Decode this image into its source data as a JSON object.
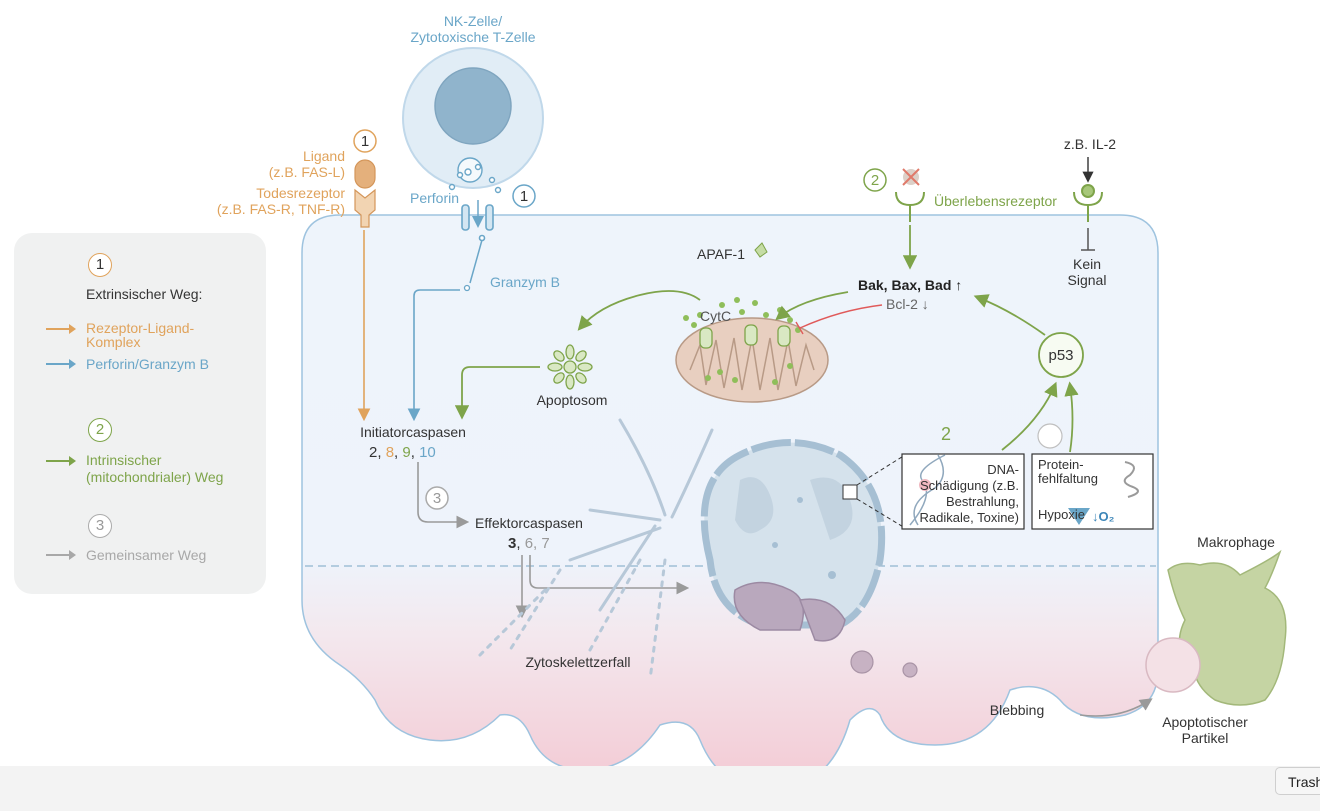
{
  "colors": {
    "extrinsic": "#e0a35c",
    "perforin": "#6aa6c8",
    "intrinsic": "#7ea44a",
    "common": "#a8a8a8",
    "inhibit": "#e05a5a",
    "text": "#333333"
  },
  "legend": {
    "badge1": "1",
    "extrinsic_heading": "Extrinsischer Weg:",
    "receptor_ligand_line1": "Rezeptor-Ligand-",
    "receptor_ligand_line2": "Komplex",
    "perforin_granzyme": "Perforin/Granzym B",
    "badge2": "2",
    "intrinsic_line1": "Intrinsischer",
    "intrinsic_line2": "(mitochondrialer) Weg",
    "badge3": "3",
    "common": "Gemeinsamer Weg"
  },
  "diagram": {
    "nk_line1": "NK-Zelle/",
    "nk_line2": "Zytotoxische T-Zelle",
    "perforin": "Perforin",
    "badge_perforin": "1",
    "badge_ligand": "1",
    "ligand": "Ligand",
    "ligand_example": "(z.B. FAS-L)",
    "death_receptor": "Todesrezeptor",
    "death_receptor_example": "(z.B. FAS-R, TNF-R)",
    "granzyme": "Granzym B",
    "apaf": "APAF-1",
    "cytc": "CytC",
    "apoptosome": "Apoptosom",
    "initiator": "Initiatorcaspasen",
    "init_n1": "2",
    "init_n2": "8",
    "init_n3": "9",
    "init_n4": "10",
    "badge_common": "3",
    "effector": "Effektorcaspasen",
    "eff_n1": "3",
    "eff_n2": "6",
    "eff_n3": "7",
    "cytoskeleton": "Zytoskelettzerfall",
    "badge_survival": "2",
    "survival_receptor": "Überlebensrezeptor",
    "il2": "z.B. IL-2",
    "no_signal_line1": "Kein",
    "no_signal_line2": "Signal",
    "bak": "Bak, Bax, Bad ↑",
    "bcl2": "Bcl-2 ↓",
    "p53": "p53",
    "num2": "2",
    "dna_l1": "DNA-",
    "dna_l2": "Schädigung (z.B.",
    "dna_l3": "Bestrahlung,",
    "dna_l4": "Radikale, Toxine)",
    "prot_l1": "Protein-",
    "prot_l2": "fehlfaltung",
    "hypoxia": "Hypoxie",
    "o2": "↓O₂",
    "macrophage": "Makrophage",
    "blebbing": "Blebbing",
    "particle_l1": "Apoptotischer",
    "particle_l2": "Partikel"
  },
  "footer": {
    "trash_label": "Trash"
  }
}
